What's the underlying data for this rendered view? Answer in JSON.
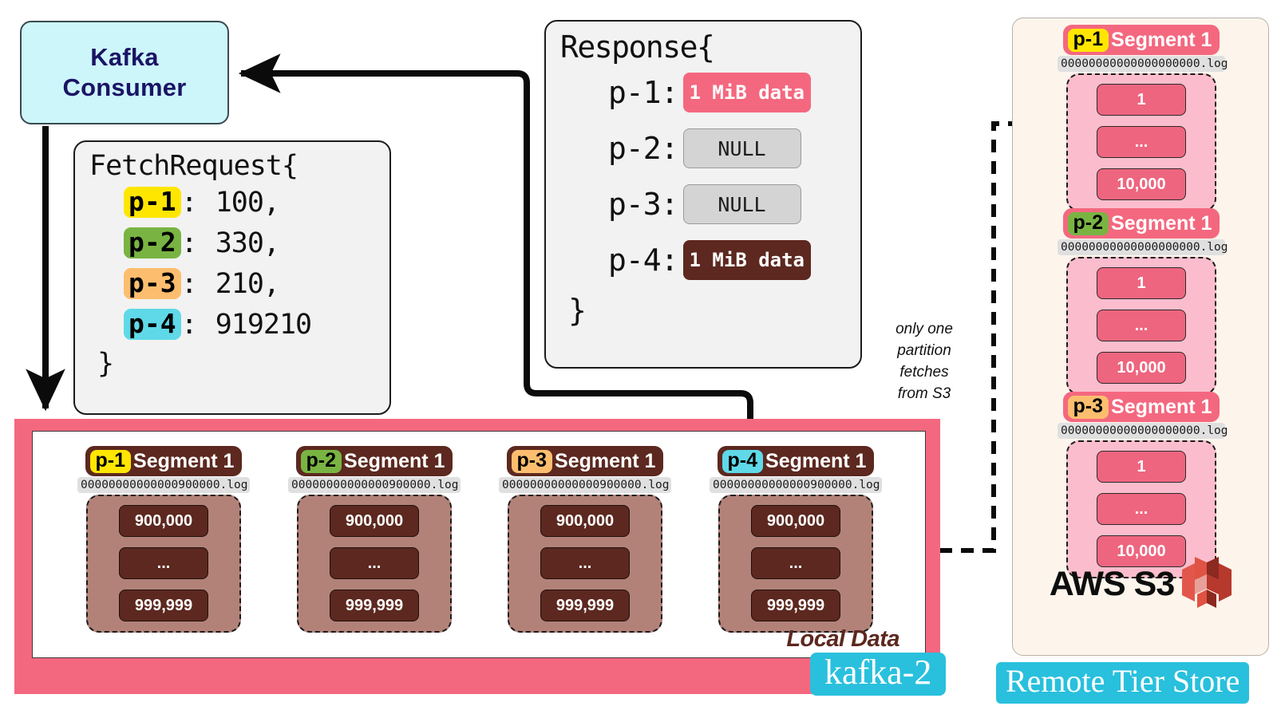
{
  "consumer": {
    "line1": "Kafka",
    "line2": "Consumer",
    "color": "#cdf6fb"
  },
  "fetch_request": {
    "header": "FetchRequest{",
    "close": "}",
    "rows": [
      {
        "partition": "p-1",
        "colon": ":",
        "value": "100,",
        "color": "#ffe601"
      },
      {
        "partition": "p-2",
        "colon": ":",
        "value": "330,",
        "color": "#79b443"
      },
      {
        "partition": "p-3",
        "colon": ":",
        "value": "210,",
        "color": "#fcbe6e"
      },
      {
        "partition": "p-4",
        "colon": ":",
        "value": "919210",
        "color": "#5fd9e8"
      }
    ]
  },
  "response": {
    "header": "Response{",
    "close": "}",
    "rows": [
      {
        "key": "p-1:",
        "chip": "1 MiB data",
        "type": "data",
        "color": "#f4687f"
      },
      {
        "key": "p-2:",
        "chip": "NULL",
        "type": "null",
        "color": "#d4d4d4"
      },
      {
        "key": "p-3:",
        "chip": "NULL",
        "type": "null",
        "color": "#d4d4d4"
      },
      {
        "key": "p-4:",
        "chip": "1 MiB data",
        "type": "data",
        "color": "#5c281f"
      }
    ]
  },
  "broker": {
    "badge": "kafka-2",
    "local_data_label": "Local Data",
    "accent": "#f4687f",
    "segments": [
      {
        "partition": "p-1",
        "partition_color": "#ffe601",
        "segment_name": "Segment 1",
        "file": "00000000000000900000.log",
        "records": [
          "900,000",
          "...",
          "999,999"
        ]
      },
      {
        "partition": "p-2",
        "partition_color": "#79b443",
        "segment_name": "Segment 1",
        "file": "00000000000000900000.log",
        "records": [
          "900,000",
          "...",
          "999,999"
        ]
      },
      {
        "partition": "p-3",
        "partition_color": "#fcbe6e",
        "segment_name": "Segment 1",
        "file": "00000000000000900000.log",
        "records": [
          "900,000",
          "...",
          "999,999"
        ]
      },
      {
        "partition": "p-4",
        "partition_color": "#5fd9e8",
        "segment_name": "Segment 1",
        "file": "00000000000000900000.log",
        "records": [
          "900,000",
          "...",
          "999,999"
        ]
      }
    ]
  },
  "remote_store": {
    "badge": "Remote Tier Store",
    "provider_label": "AWS S3",
    "background": "#fdf5ec",
    "segments": [
      {
        "partition": "p-1",
        "partition_color": "#ffe601",
        "segment_name": "Segment 1",
        "file": "00000000000000000000.log",
        "records": [
          "1",
          "...",
          "10,000"
        ]
      },
      {
        "partition": "p-2",
        "partition_color": "#79b443",
        "segment_name": "Segment 1",
        "file": "00000000000000000000.log",
        "records": [
          "1",
          "...",
          "10,000"
        ]
      },
      {
        "partition": "p-3",
        "partition_color": "#fcbe6e",
        "segment_name": "Segment 1",
        "file": "00000000000000000000.log",
        "records": [
          "1",
          "...",
          "10,000"
        ]
      }
    ]
  },
  "annotations": {
    "only_one_partition": "only one partition fetches from S3"
  }
}
